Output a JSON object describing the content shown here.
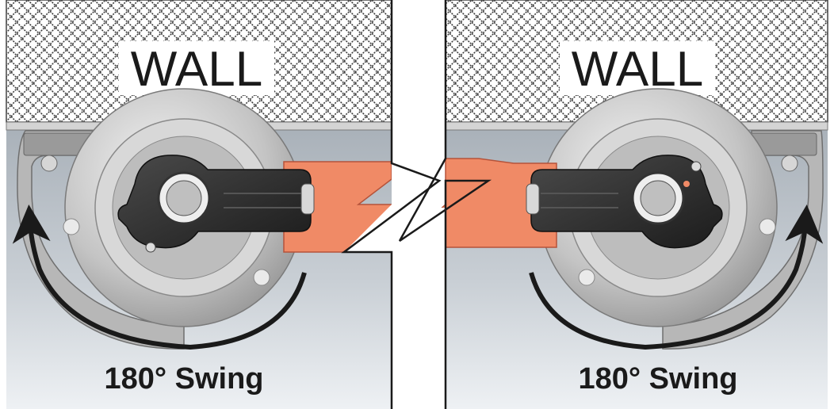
{
  "panels": [
    {
      "id": "left",
      "wall_label": "WALL",
      "swing_label": "180° Swing"
    },
    {
      "id": "right",
      "wall_label": "WALL",
      "swing_label": "180° Swing"
    }
  ],
  "colors": {
    "wall_pattern": "#3a3a3a",
    "background_gradient_top": "#a9b1b9",
    "background_gradient_bottom": "#e8ecf0",
    "bar_fill": "#f08a66",
    "bar_stroke": "#b5533a",
    "hub_dark": "#2b2b2b",
    "metal": "#c9c9c9",
    "arrow": "#1a1a1a"
  },
  "icons": {
    "swing_arrow": "curved-arrow-icon",
    "break_symbol": "zigzag-break-icon"
  }
}
